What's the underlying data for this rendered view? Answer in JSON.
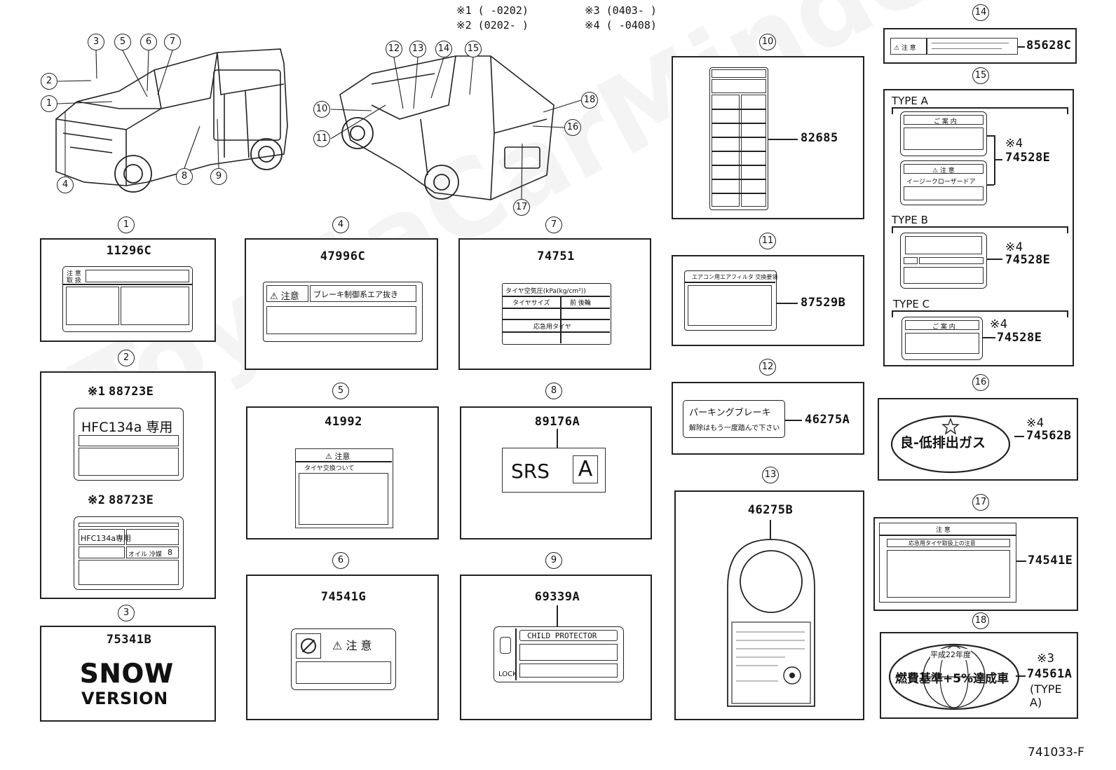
{
  "notes": {
    "n1": "※1 (     -0202)",
    "n2": "※2 (0202-     )",
    "n3": "※3 (0403-     )",
    "n4": "※4 (     -0408)"
  },
  "callouts": [
    "1",
    "2",
    "3",
    "4",
    "5",
    "6",
    "7",
    "8",
    "9",
    "10",
    "11",
    "12",
    "13",
    "14",
    "15",
    "16",
    "17",
    "18"
  ],
  "parts": {
    "p1": {
      "number": "11296C",
      "text_a": "注 意",
      "text_b": "取 扱"
    },
    "p2": {
      "note1": "※1",
      "number1": "88723E",
      "hfc_big": "HFC134a 専用",
      "note2": "※2",
      "number2": "88723E",
      "hfc_small": "HFC134a専用",
      "oil": "オイル 冷媒",
      "oil_num": "8"
    },
    "p3": {
      "number": "75341B",
      "snow": "SNOW",
      "version": "VERSION"
    },
    "p4": {
      "number": "47996C",
      "caution": "注意",
      "text": "ブレーキ制御系エア抜き"
    },
    "p5": {
      "number": "41992",
      "caution": "注意",
      "text": "タイヤ交換ついて"
    },
    "p6": {
      "number": "74541G",
      "caution": "注 意"
    },
    "p7": {
      "number": "74751",
      "header": "タイヤ空気圧(kPa(kg/cm²))",
      "col1": "タイヤサイズ",
      "col2": "前  後輪",
      "row": "応急用タイヤ"
    },
    "p8": {
      "number": "89176A",
      "srs": "SRS",
      "letter": "A"
    },
    "p9": {
      "number": "69339A",
      "child": "CHILD PROTECTOR",
      "lock": "LOCK"
    },
    "p10": {
      "number": "82685"
    },
    "p11": {
      "number": "87529B",
      "header": "エアコン用エアフィルタ 交換要領"
    },
    "p12": {
      "number": "46275A",
      "line1": "パーキングブレーキ",
      "line2": "解除はもう一度踏んで下さい"
    },
    "p13": {
      "number": "46275B"
    },
    "p14": {
      "number": "85628C",
      "caution": "注 意"
    },
    "p15": {
      "type_a": "TYPE A",
      "type_b": "TYPE B",
      "type_c": "TYPE C",
      "note": "※4",
      "number": "74528E",
      "guide": "ご 案 内",
      "caution": "注 意",
      "easy_closer": "イージークローザードア"
    },
    "p16": {
      "note": "※4",
      "number": "74562B",
      "text": "良-低排出ガス"
    },
    "p17": {
      "number": "74541E",
      "caution": "注 意",
      "sub": "応急用タイヤ取扱上の注意"
    },
    "p18": {
      "note": "※3",
      "number": "74561A",
      "type": "(TYPE A)",
      "year": "平成22年度",
      "text": "燃費基準+5%達成車"
    }
  },
  "footer": {
    "code": "741033-F"
  },
  "watermark": "ToyotaCarMinder"
}
